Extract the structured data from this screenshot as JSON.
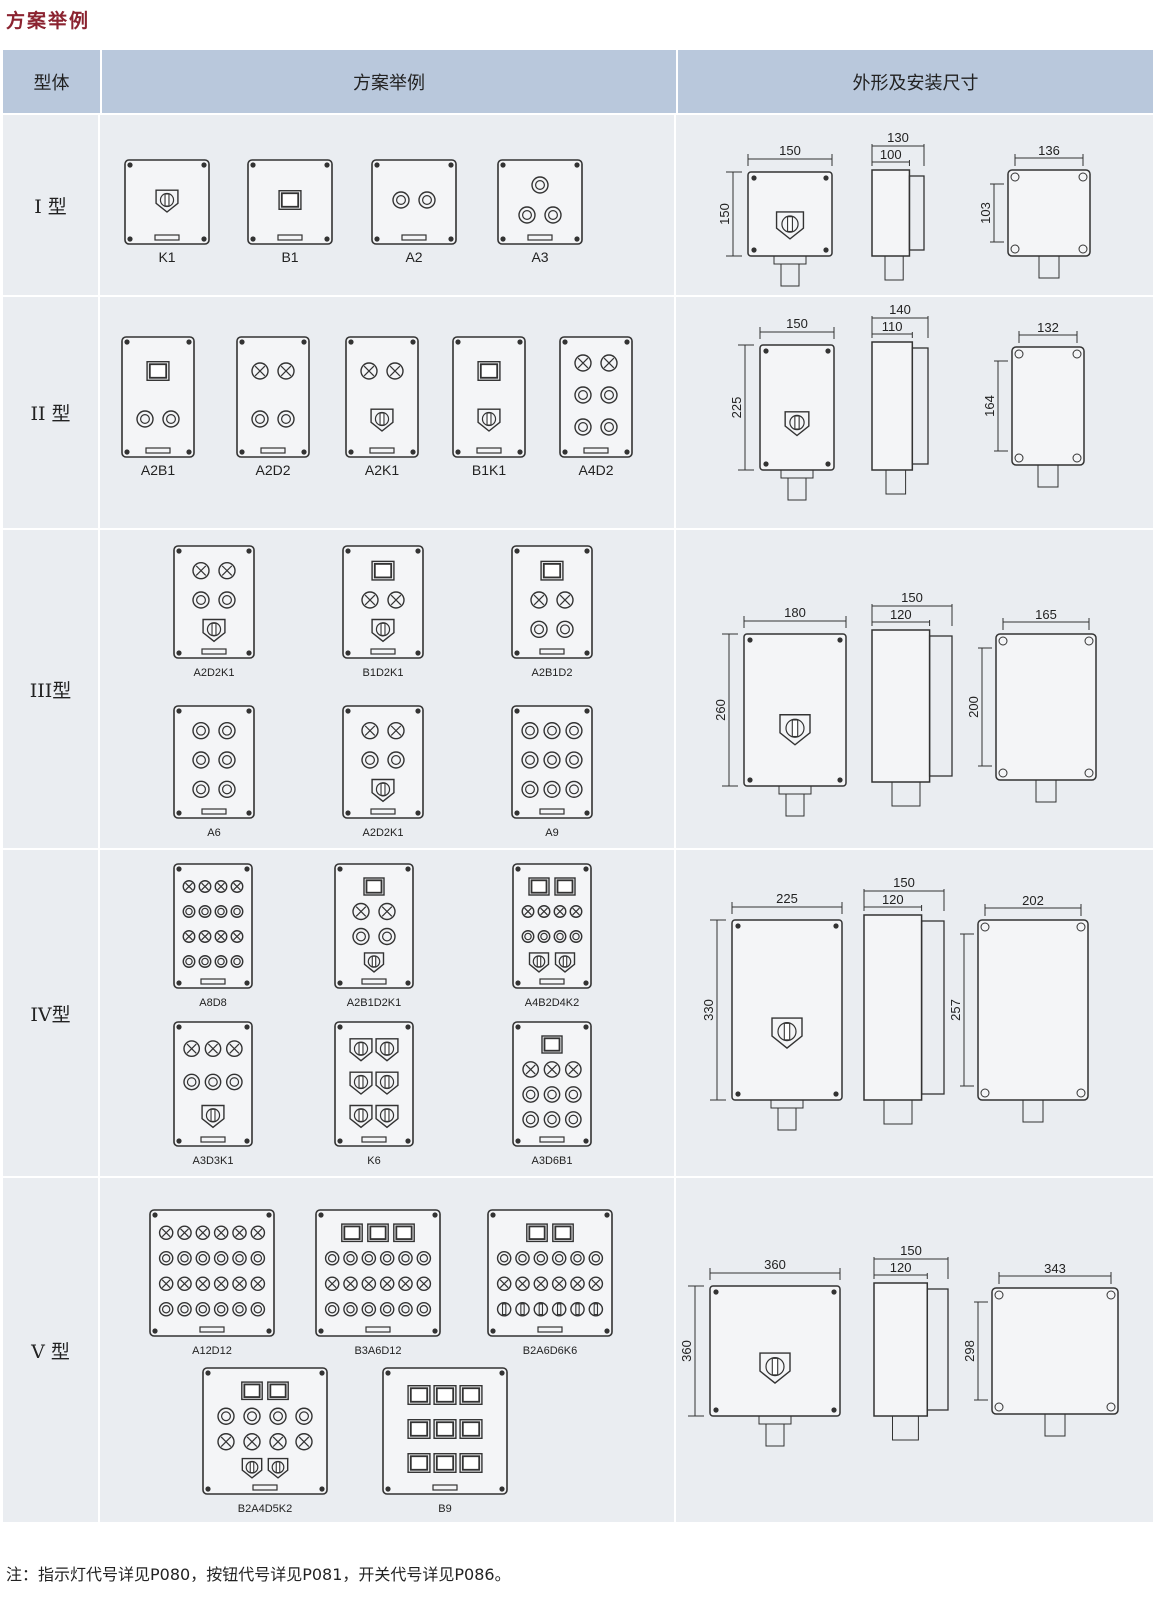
{
  "page_title": "方案举例",
  "header": {
    "col_type": "型体",
    "col_examples": "方案举例",
    "col_dims": "外形及安装尺寸"
  },
  "rows": [
    {
      "type": "I 型",
      "schemes": [
        {
          "label": "K1",
          "items": [
            "K"
          ]
        },
        {
          "label": "B1",
          "items": [
            "B"
          ]
        },
        {
          "label": "A2",
          "items": [
            "a a"
          ]
        },
        {
          "label": "A3",
          "items": [
            "a",
            "a a"
          ]
        }
      ],
      "dims": {
        "width": "150",
        "height": "150",
        "depth_outer": "130",
        "depth_inner": "100",
        "mount_w": "136",
        "mount_h": "103"
      }
    },
    {
      "type": "II 型",
      "schemes": [
        {
          "label": "A2B1",
          "items": [
            "B",
            "a a"
          ]
        },
        {
          "label": "A2D2",
          "items": [
            "d d",
            "a a"
          ]
        },
        {
          "label": "A2K1",
          "items": [
            "d d",
            "K"
          ]
        },
        {
          "label": "B1K1",
          "items": [
            "B",
            "K"
          ]
        },
        {
          "label": "A4D2",
          "items": [
            "d d",
            "a a",
            "a a"
          ]
        }
      ],
      "dims": {
        "width": "150",
        "height": "225",
        "depth_outer": "140",
        "depth_inner": "110",
        "mount_w": "132",
        "mount_h": "164"
      }
    },
    {
      "type": "III型",
      "schemes": [
        {
          "label": "A2D2K1",
          "items": [
            "d d",
            "a a",
            "K"
          ]
        },
        {
          "label": "B1D2K1",
          "items": [
            "B",
            "d d",
            "K"
          ]
        },
        {
          "label": "A2B1D2",
          "items": [
            "B",
            "d d",
            "a a"
          ]
        },
        {
          "label": "A6",
          "items": [
            "a a",
            "a a",
            "a a"
          ]
        },
        {
          "label": "A2D2K1",
          "items": [
            "d d",
            "a a",
            "K"
          ]
        },
        {
          "label": "A9",
          "items": [
            "a a a",
            "a a a",
            "a a a"
          ]
        }
      ],
      "dims": {
        "width": "180",
        "height": "260",
        "depth_outer": "150",
        "depth_inner": "120",
        "mount_w": "165",
        "mount_h": "200"
      }
    },
    {
      "type": "IV型",
      "schemes": [
        {
          "label": "A8D8",
          "items": [
            "d d d d",
            "a a a a",
            "d d d d",
            "a a a a"
          ]
        },
        {
          "label": "A2B1D2K1",
          "items": [
            "B",
            "d d",
            "a a",
            "K"
          ]
        },
        {
          "label": "A4B2D4K2",
          "items": [
            "B B",
            "d d d d",
            "a a a a",
            "K K"
          ]
        },
        {
          "label": "A3D3K1",
          "items": [
            "d d d",
            "a a a",
            "K"
          ]
        },
        {
          "label": "K6",
          "items": [
            "K K",
            "K K",
            "K K"
          ]
        },
        {
          "label": "A3D6B1",
          "items": [
            "B",
            "d d d",
            "a a a",
            "a a a"
          ]
        }
      ],
      "dims": {
        "width": "225",
        "height": "330",
        "depth_outer": "150",
        "depth_inner": "120",
        "mount_w": "202",
        "mount_h": "257"
      }
    },
    {
      "type": "V 型",
      "schemes": [
        {
          "label": "A12D12",
          "items": [
            "d d d d d d",
            "a a a a a a",
            "d d d d d d",
            "a a a a a a"
          ]
        },
        {
          "label": "B3A6D12",
          "items": [
            "B B B",
            "a a a a a a",
            "d d d d d d",
            "a a a a a a"
          ]
        },
        {
          "label": "B2A6D6K6",
          "items": [
            "B B",
            "a a a a a a",
            "d d d d d d",
            "k k k k k k"
          ]
        },
        {
          "label": "B2A4D5K2",
          "items": [
            "B B",
            "a a a a",
            "d d d d",
            "K K"
          ]
        },
        {
          "label": "B9",
          "items": [
            "B B B",
            "B B B",
            "B B B"
          ]
        }
      ],
      "dims": {
        "width": "360",
        "height": "360",
        "depth_outer": "150",
        "depth_inner": "120",
        "mount_w": "343",
        "mount_h": "298"
      }
    }
  ],
  "footnote": "注：指示灯代号详见P080，按钮代号详见P081，开关代号详见P086。"
}
